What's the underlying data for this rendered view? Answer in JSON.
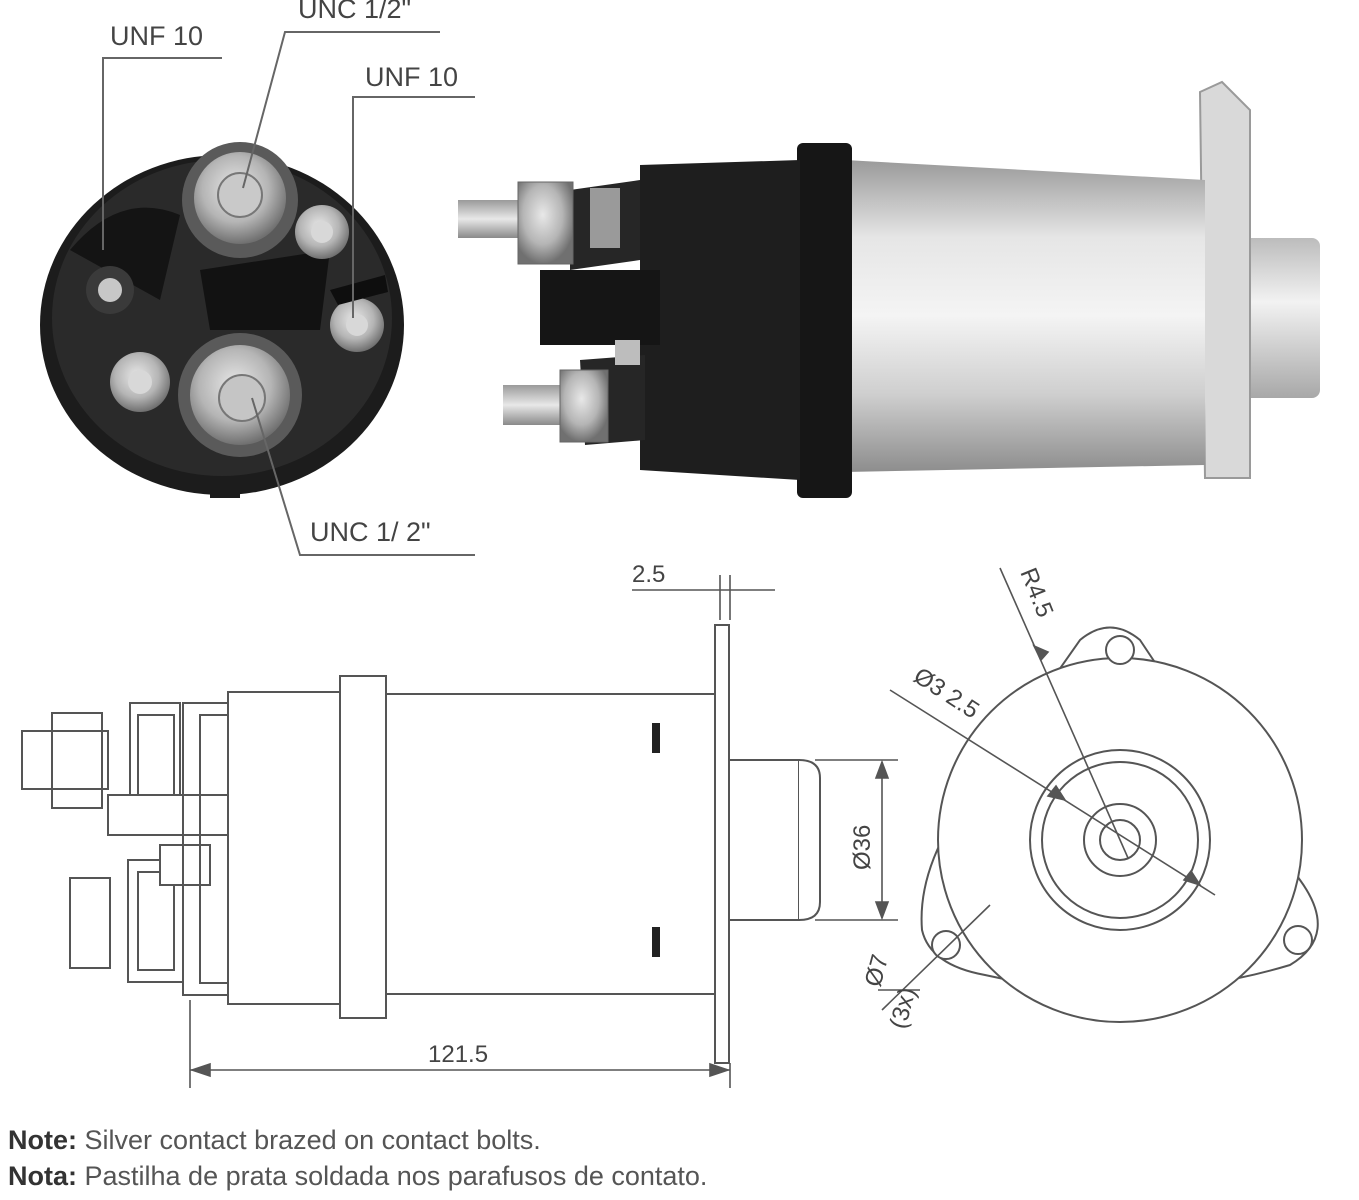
{
  "callouts": {
    "top_left_unf": "UNF 10",
    "top_unc": "UNC 1/2\"",
    "right_unf": "UNF 10",
    "bottom_unc": "UNC 1/ 2\""
  },
  "dimensions": {
    "flange_thickness": "2.5",
    "plunger_diameter": "Ø36",
    "overall_length": "121.5",
    "radius": "R4.5",
    "bolt_circle": "Ø3 2.5",
    "hole_diameter": "Ø7",
    "hole_diameter_alt": "(3x)"
  },
  "notes": [
    {
      "label": "Note:",
      "text": " Silver contact brazed on contact bolts."
    },
    {
      "label": "Nota:",
      "text": " Pastilha de prata soldada nos parafusos de contato."
    }
  ]
}
